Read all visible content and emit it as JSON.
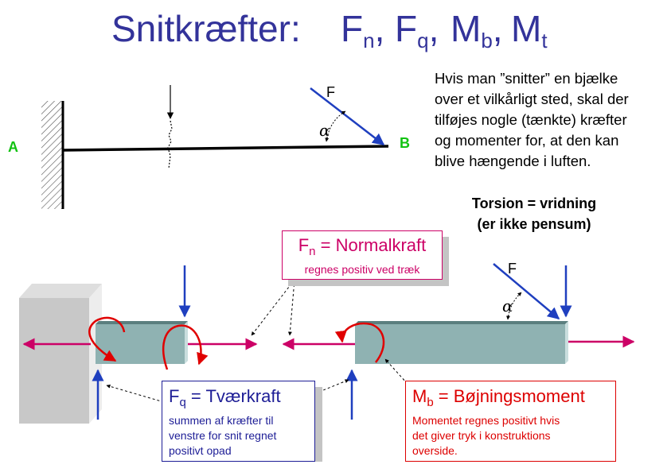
{
  "title": {
    "main": "Snitkræfter:",
    "fn_letter": "F",
    "fn_sub": "n",
    "fq_letter": "F",
    "fq_sub": "q",
    "mb_letter": "M",
    "mb_sub": "b",
    "mt_letter": "M",
    "mt_sub": "t",
    "sep": ","
  },
  "description": [
    "Hvis man ”snitter” en bjælke",
    "over et vilkårligt sted, skal der",
    "tilføjes nogle (tænkte) kræfter",
    "og momenter for, at den kan",
    "blive hængende i luften."
  ],
  "torsion": [
    "Torsion = vridning",
    "(er ikke pensum)"
  ],
  "labels": {
    "a": "A",
    "b": "B",
    "force": "F",
    "angle": "α"
  },
  "fn_box": {
    "letter": "F",
    "sub": "n",
    "rest": "= Normalkraft",
    "desc": "regnes positiv ved træk"
  },
  "fq_box": {
    "letter": "F",
    "sub": "q",
    "rest": "= Tværkraft",
    "desc": [
      "summen af kræfter til",
      "venstre for snit regnet",
      "positivt opad"
    ]
  },
  "mb_box": {
    "letter": "M",
    "sub": "b",
    "rest": "= Bøjningsmoment",
    "desc": [
      "Momentet regnes positivt hvis",
      "det giver tryk i konstruktions",
      "overside."
    ]
  },
  "colors": {
    "title": "#33339a",
    "label_ab": "#11c211",
    "normal": "#cc0066",
    "shear": "#1d1d96",
    "moment": "#dd0000",
    "beam": "#8fb2b2",
    "wall": "#c8c8c8"
  }
}
